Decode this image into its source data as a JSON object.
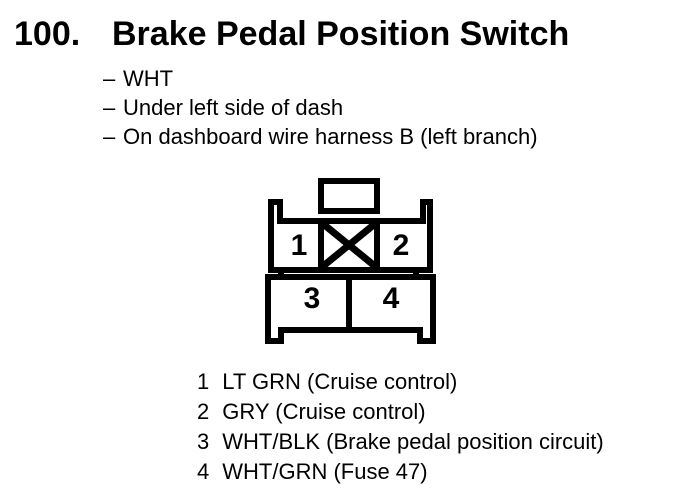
{
  "page": {
    "background": "#ffffff",
    "ink": "#000000"
  },
  "header": {
    "number": "100.",
    "title": "Brake Pedal Position Switch"
  },
  "notes": {
    "marker": "–",
    "items": [
      "WHT",
      "Under left side of dash",
      "On dashboard wire harness B (left branch)"
    ]
  },
  "connector": {
    "cavity_numbers": [
      "1",
      "2",
      "3",
      "4"
    ]
  },
  "pin_list": [
    {
      "num": "1",
      "label": "LT GRN (Cruise control)"
    },
    {
      "num": "2",
      "label": "GRY (Cruise control)"
    },
    {
      "num": "3",
      "label": "WHT/BLK (Brake pedal position circuit)"
    },
    {
      "num": "4",
      "label": "WHT/GRN (Fuse 47)"
    }
  ]
}
